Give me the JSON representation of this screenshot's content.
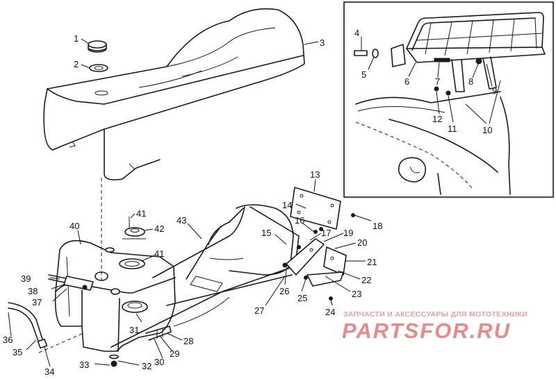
{
  "diagram": {
    "callouts": [
      "1",
      "2",
      "3",
      "4",
      "5",
      "6",
      "7",
      "8",
      "9",
      "10",
      "11",
      "12",
      "13",
      "14",
      "15",
      "16",
      "17",
      "18",
      "19",
      "20",
      "21",
      "22",
      "23",
      "24",
      "25",
      "26",
      "27",
      "28",
      "29",
      "30",
      "31",
      "32",
      "33",
      "34",
      "35",
      "36",
      "37",
      "38",
      "39",
      "40",
      "41",
      "41",
      "42",
      "43"
    ]
  },
  "watermark": {
    "tagline": "ЗАПЧАСТИ И АКСЕССУАРЫ ДЛЯ МОТОТЕХНИКИ",
    "logo": "PARTSFOR.RU"
  }
}
